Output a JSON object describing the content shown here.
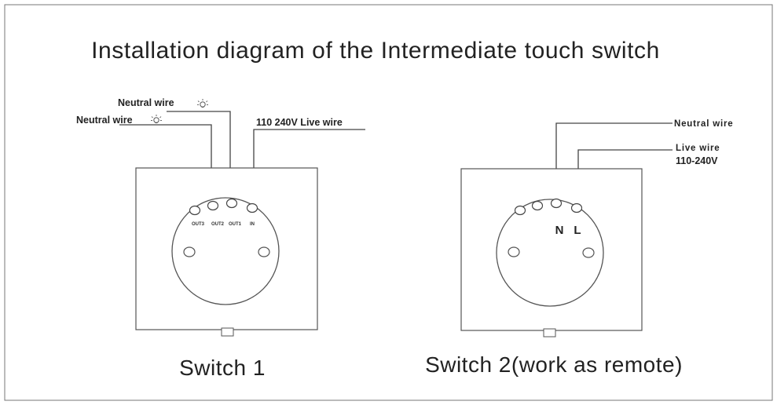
{
  "diagram": {
    "title": "Installation diagram of the Intermediate touch switch",
    "switch1": {
      "caption": "Switch 1",
      "neutral_wire_top": "Neutral wire",
      "neutral_wire_bottom": "Neutral wire",
      "live_wire": "110  240V Live wire",
      "terminals": [
        "OUT3",
        "OUT2",
        "OUT1",
        "IN"
      ]
    },
    "switch2": {
      "caption": "Switch 2(work as remote)",
      "neutral_wire": "Neutral wire",
      "live_wire": "Live wire",
      "voltage": "110-240V",
      "terminal_n": "N",
      "terminal_l": "L"
    }
  }
}
